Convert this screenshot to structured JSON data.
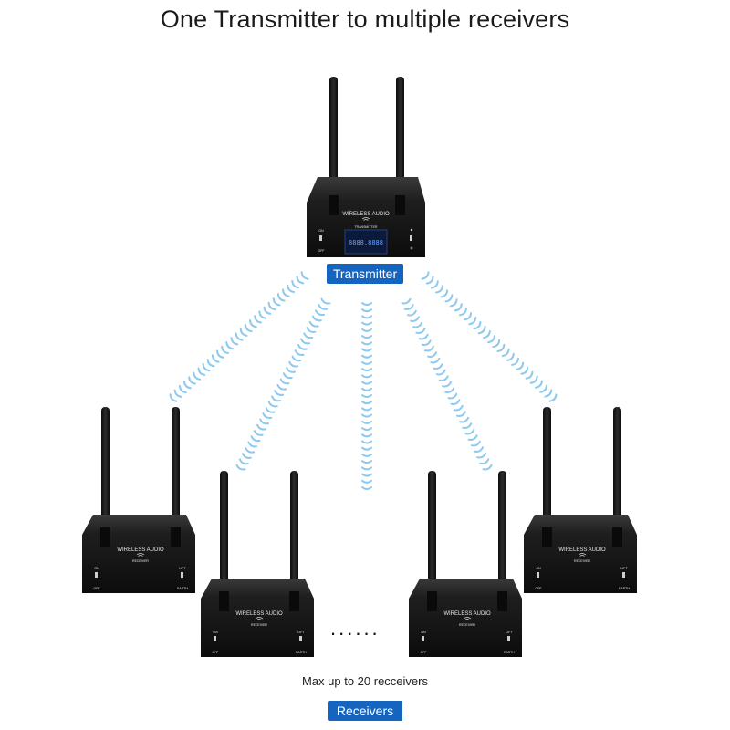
{
  "title": "One Transmitter to multiple receivers",
  "transmitter_label": "Transmitter",
  "receivers_label": "Receivers",
  "max_note": "Max up to 20 recceivers",
  "ellipsis": "......",
  "colors": {
    "label_bg": "#1565c0",
    "wave": "#8fc9ee",
    "device": "#151515"
  },
  "transmitter": {
    "brand": "WIRELESS AUDIO",
    "model": "TRANSMITTER",
    "on": "ON",
    "off": "OFF",
    "display": "8888.8888"
  },
  "receiver": {
    "brand": "WIRELESS AUDIO",
    "model": "RECEIVER",
    "on": "ON",
    "off": "OFF",
    "lift": "LIFT",
    "earth": "EARTH"
  }
}
